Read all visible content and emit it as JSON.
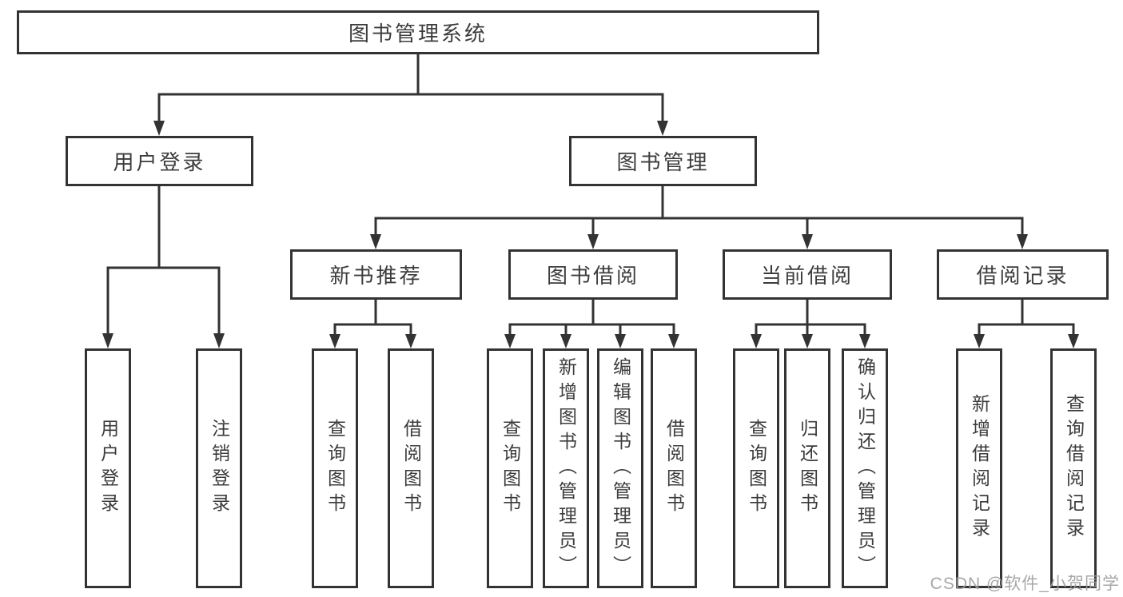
{
  "diagram_title": "图书管理系统",
  "colors": {
    "line": "#333333",
    "box_border": "#333333",
    "box_fill": "#ffffff",
    "text": "#3c3c3c",
    "watermark": "#9e9e9e",
    "background": "#ffffff"
  },
  "nodes": {
    "root": {
      "label": "图书管理系统"
    },
    "userLogin": {
      "label": "用户登录"
    },
    "bookMgmt": {
      "label": "图书管理"
    },
    "newBookRec": {
      "label": "新书推荐"
    },
    "bookBorrow": {
      "label": "图书借阅"
    },
    "currentBorrow": {
      "label": "当前借阅"
    },
    "borrowRecord": {
      "label": "借阅记录"
    },
    "leafUserLogin": {
      "label": "用户登录"
    },
    "leafLogout": {
      "label": "注销登录"
    },
    "leafRecQuery": {
      "label": "查询图书"
    },
    "leafRecBorrow": {
      "label": "借阅图书"
    },
    "leafBbQuery": {
      "label": "查询图书"
    },
    "leafBbAdd": {
      "label": "新增图书（管理员）"
    },
    "leafBbEdit": {
      "label": "编辑图书（管理员）"
    },
    "leafBbBorrow": {
      "label": "借阅图书"
    },
    "leafCbQuery": {
      "label": "查询图书"
    },
    "leafCbReturn": {
      "label": "归还图书"
    },
    "leafCbConfirm": {
      "label": "确认归还（管理员）"
    },
    "leafBrAdd": {
      "label": "新增借阅记录"
    },
    "leafBrQuery": {
      "label": "查询借阅记录"
    }
  },
  "watermark": {
    "text": "CSDN @软件_小贺同学"
  }
}
